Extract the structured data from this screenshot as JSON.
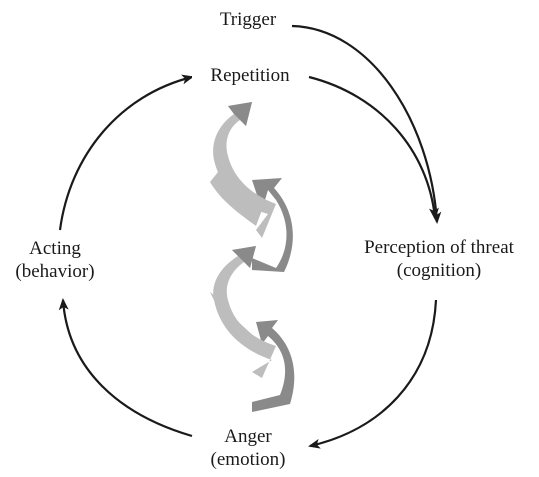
{
  "nodes": {
    "trigger": {
      "label": "Trigger"
    },
    "repetition": {
      "label": "Repetition"
    },
    "perception": {
      "line1": "Perception of threat",
      "line2": "(cognition)"
    },
    "anger": {
      "line1": "Anger",
      "line2": "(emotion)"
    },
    "acting": {
      "line1": "Acting",
      "line2": "(behavior)"
    }
  },
  "colors": {
    "arrow": "#1a1a1a",
    "text": "#1a1a1a",
    "spiral_dark": "#8a8a8a",
    "spiral_light": "#bdbdbd"
  }
}
